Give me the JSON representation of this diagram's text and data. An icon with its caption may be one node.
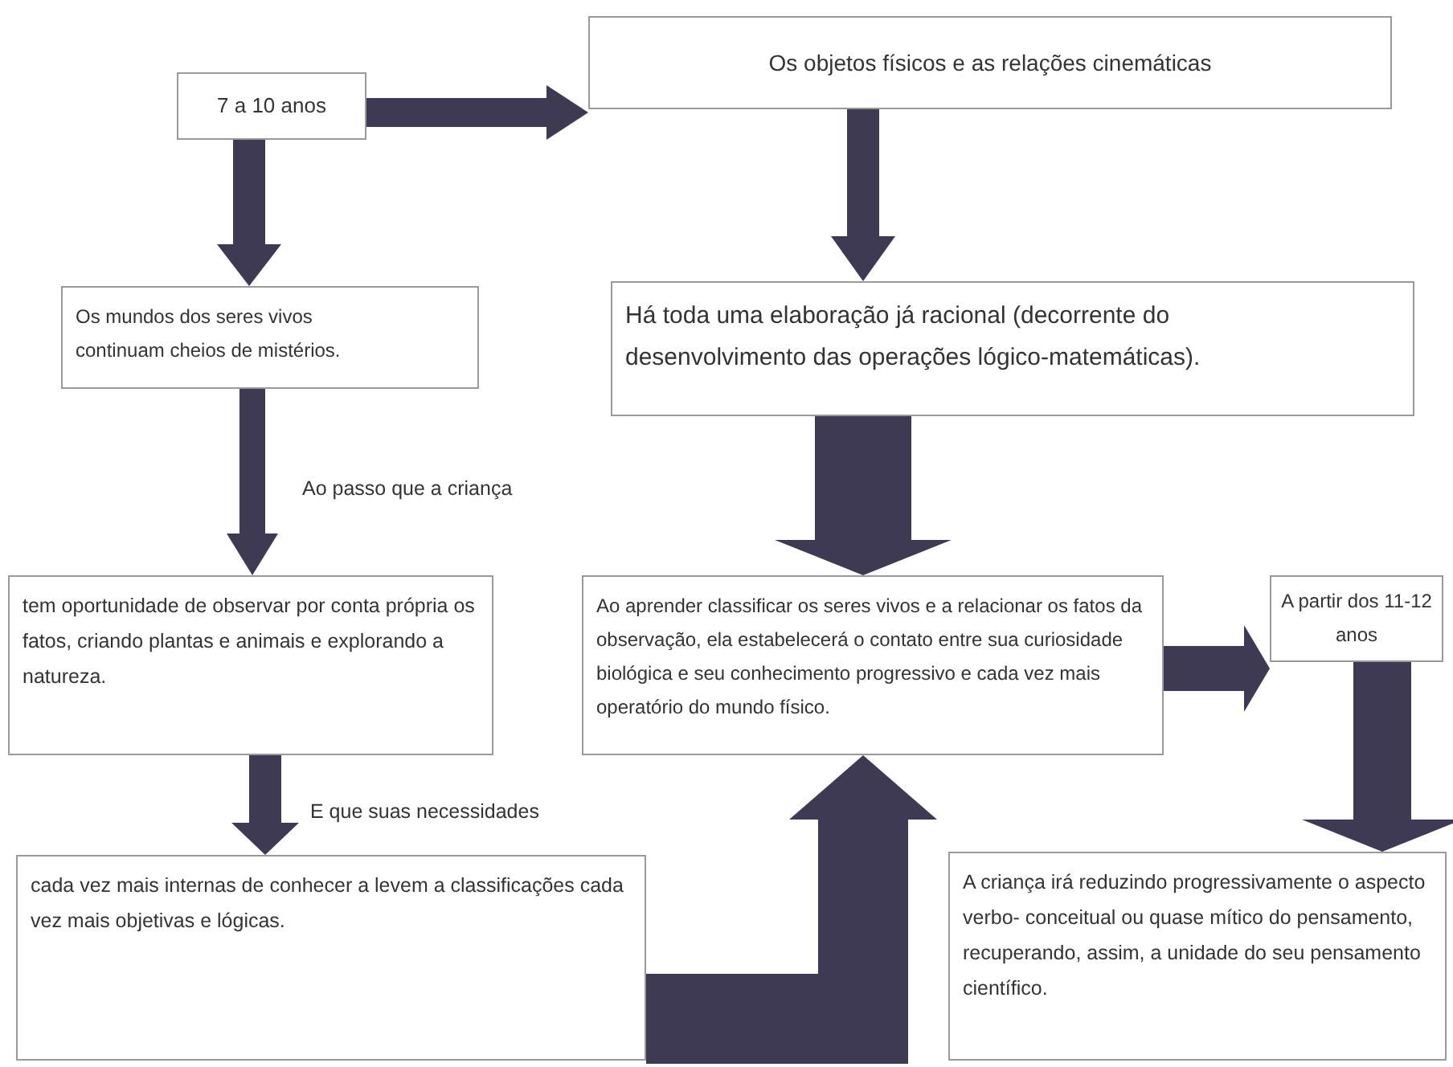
{
  "diagram": {
    "nodes": [
      {
        "text": [
          "7 a 10 anos"
        ]
      },
      {
        "text": [
          "Os objetos físicos e as relações cinemáticas"
        ]
      },
      {
        "text": [
          "Os mundos dos seres vivos continuam cheios de mistérios."
        ]
      },
      {
        "text": [
          "Há toda uma elaboração já racional (decorrente do desenvolvimento das operações lógico-matemáticas)."
        ]
      },
      {
        "text": [
          "tem oportunidade de observar por conta própria os fatos, criando plantas e animais e explorando a natureza."
        ]
      },
      {
        "text": [
          "Ao aprender classificar os seres vivos e a relacionar os fatos da observação, ela estabelecerá o contato entre sua curiosidade biológica e seu conhecimento progressivo e cada vez mais operatório do mundo físico."
        ]
      },
      {
        "text": [
          "A partir dos 11-12 anos"
        ]
      },
      {
        "text": [
          "cada vez mais internas de conhecer a levem a classificações cada vez mais objetivas e lógicas."
        ]
      },
      {
        "text": [
          "A criança irá reduzindo progressivamente o aspecto verbo- conceitual ou quase mítico do pensamento, recuperando, assim, a unidade do seu pensamento científico."
        ]
      }
    ],
    "edges": [
      {
        "from": 0,
        "to": 1,
        "arrow": "to"
      },
      {
        "from": 0,
        "to": 2,
        "arrow": "to"
      },
      {
        "from": 1,
        "to": 3,
        "arrow": "to"
      },
      {
        "from": 2,
        "to": 4,
        "arrow": "to",
        "label": "Ao passo que a criança"
      },
      {
        "from": 3,
        "to": 5,
        "arrow": "to",
        "style": "thick"
      },
      {
        "from": 4,
        "to": 7,
        "arrow": "to",
        "label": "E que suas necessidades"
      },
      {
        "from": 5,
        "to": 6,
        "arrow": "to"
      },
      {
        "from": 6,
        "to": 8,
        "arrow": "to",
        "style": "thick"
      },
      {
        "from": 7,
        "to": 5,
        "arrow": "to",
        "style": "thick"
      }
    ]
  }
}
